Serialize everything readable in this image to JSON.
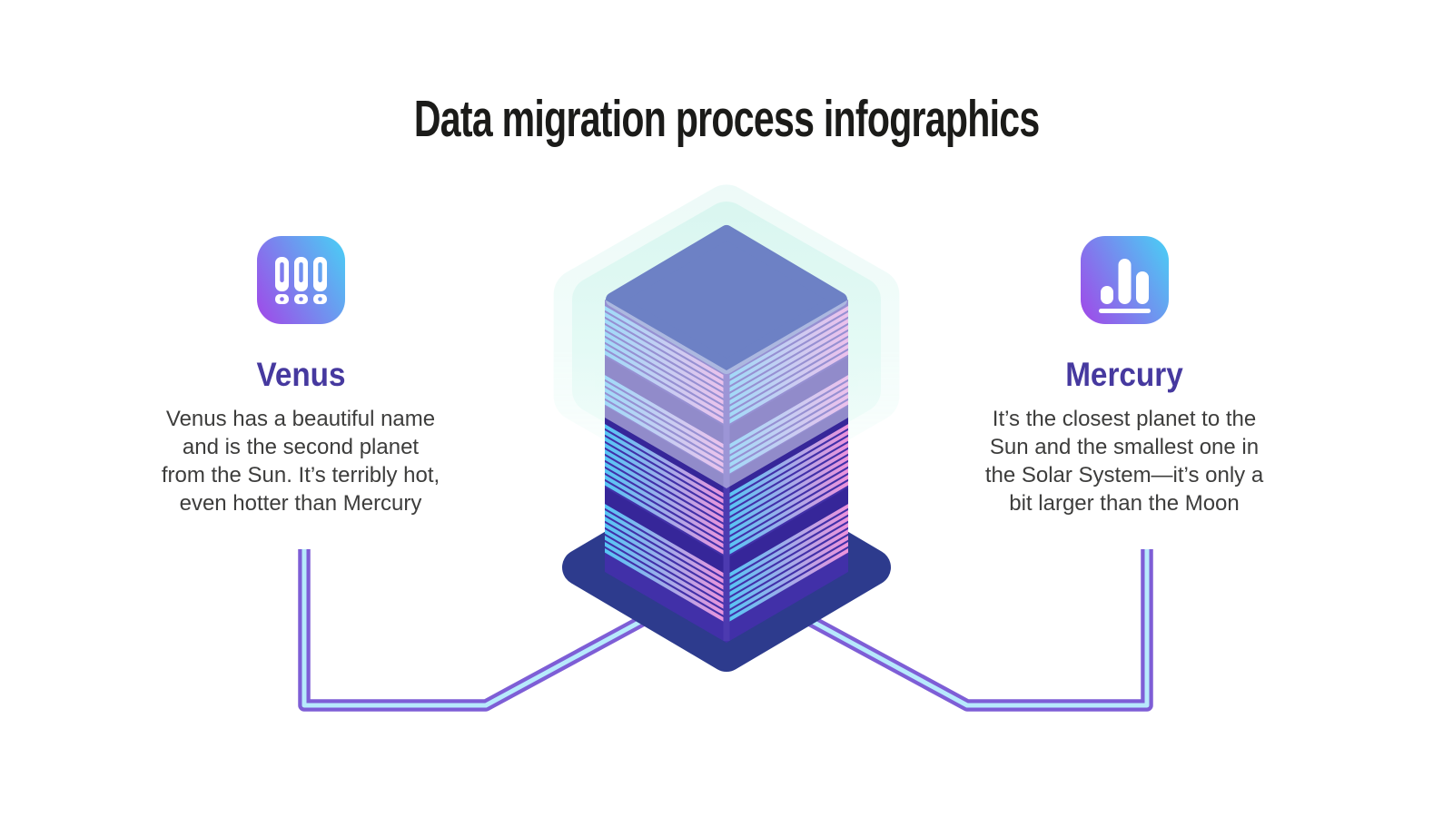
{
  "title": "Data migration process infographics",
  "items": [
    {
      "id": "venus",
      "icon": "binders-icon",
      "heading": "Venus",
      "description": "Venus has a beautiful name\nand is the second planet\nfrom the Sun. It’s terribly hot,\neven hotter than Mercury"
    },
    {
      "id": "mercury",
      "icon": "bar-chart-icon",
      "heading": "Mercury",
      "description": "It’s the closest planet to the\nSun and the smallest one in\nthe Solar System—it’s only a\nbit larger than the Moon"
    }
  ],
  "illustration": {
    "name": "isometric-data-server",
    "hexagon_glow": "#e2f9f4",
    "tower_top": "#6d81c5",
    "tower_face": "#4130a8",
    "tower_band": "#362699",
    "stripe_cyan": "#55c6f5",
    "stripe_lavender": "#a9a9e8",
    "stripe_pink": "#ee93dc",
    "platform_navy": "#2d3b8d",
    "glass_overlay": "#ecf0fc"
  },
  "colors": {
    "title_text": "#1b1b19",
    "heading_accent": "#46399f",
    "body_text": "#3d3d3c",
    "icon_gradient_start": "#9b51e9",
    "icon_gradient_end": "#4fc6f4",
    "connector_purple": "#7e5ed6",
    "connector_cyan": "#b7eafc"
  }
}
